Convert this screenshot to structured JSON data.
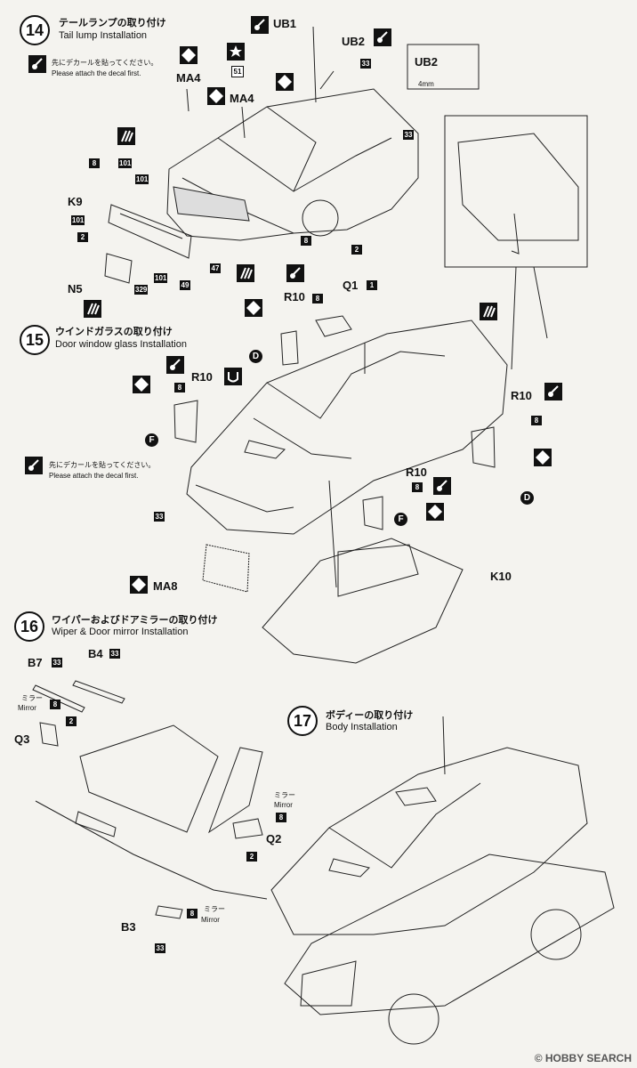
{
  "steps": {
    "s14": {
      "num": "14",
      "jp": "テールランプの取り付け",
      "en": "Tail lump Installation"
    },
    "s15": {
      "num": "15",
      "jp": "ウインドガラスの取り付け",
      "en": "Door window glass Installation"
    },
    "s16": {
      "num": "16",
      "jp": "ワイパーおよびドアミラーの取り付け",
      "en": "Wiper & Door mirror Installation"
    },
    "s17": {
      "num": "17",
      "jp": "ボディーの取り付け",
      "en": "Body Installation"
    }
  },
  "notes": {
    "jp": "先にデカールを貼ってください。",
    "en": "Please attach the decal first."
  },
  "labels": {
    "ub1": "UB1",
    "ub2": "UB2",
    "ub2_detail": "UB2",
    "ma4": "MA4",
    "k9": "K9",
    "n5": "N5",
    "mm": "4mm",
    "r10": "R10",
    "q1": "Q1",
    "k10": "K10",
    "ma8": "MA8",
    "d": "D",
    "f": "F",
    "b7": "B7",
    "b4": "B4",
    "q3": "Q3",
    "q2": "Q2",
    "b3": "B3",
    "mirror_jp": "ミラー",
    "mirror_en": "Mirror"
  },
  "paint": {
    "c1": "1",
    "c2": "2",
    "c8": "8",
    "c33": "33",
    "c47": "47",
    "c49": "49",
    "c51": "51",
    "c101": "101",
    "c329": "329"
  },
  "watermark": "© HOBBY SEARCH"
}
